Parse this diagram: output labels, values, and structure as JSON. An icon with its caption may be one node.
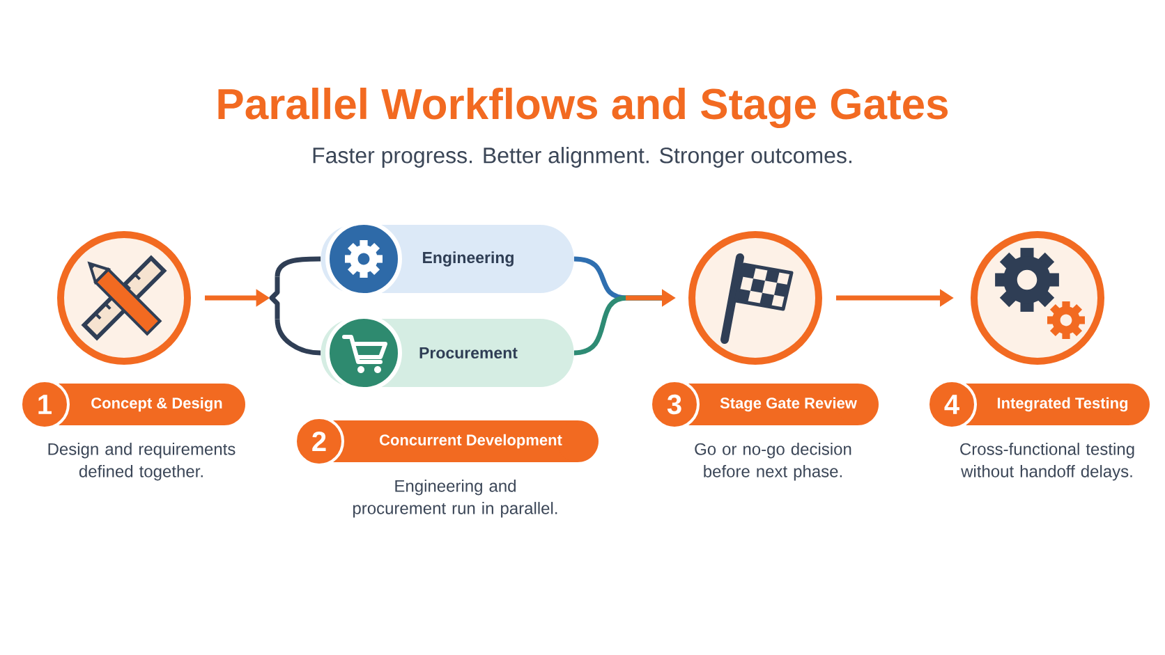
{
  "diagram": {
    "title": "Parallel Workflows and Stage Gates",
    "nodes": [
      {
        "text": [],
        "shape": "circle"
      },
      {
        "text": [],
        "shape": "bracket"
      },
      {
        "text": [
          "Engineering"
        ]
      },
      {
        "text": [
          "Procurement"
        ]
      },
      {
        "text": [],
        "shape": "circle"
      },
      {
        "text": [],
        "shape": "circle"
      },
      {
        "text": [
          "1",
          "Concept & Design"
        ],
        "beside": [
          "Design and requirements defined together."
        ]
      },
      {
        "text": [
          "2",
          "Concurrent Development"
        ],
        "beside": [
          "Engineering and procurement run in parallel."
        ]
      },
      {
        "text": [
          "3",
          "Stage Gate Review"
        ],
        "beside": [
          "Go or no-go decision before next phase."
        ]
      },
      {
        "text": [
          "4",
          "Integrated Testing"
        ],
        "beside": [
          "Cross-functional testing without handoff delays."
        ]
      }
    ],
    "edges": [
      {
        "from": 0,
        "to": 1,
        "arrow": "to",
        "color": "#f26a21"
      },
      {
        "from": 1,
        "to": 2,
        "arrow": "none",
        "color": "#2f3e55"
      },
      {
        "from": 1,
        "to": 3,
        "arrow": "none",
        "color": "#2f3e55"
      },
      {
        "from": 2,
        "to": 4,
        "arrow": "to",
        "color": "#2f6fb0"
      },
      {
        "from": 3,
        "to": 4,
        "arrow": "to",
        "color": "#2e8b74"
      },
      {
        "from": 4,
        "to": 5,
        "arrow": "to",
        "color": "#f26a21"
      }
    ],
    "labels": [
      "Faster progress. Better alignment. Stronger outcomes."
    ]
  }
}
